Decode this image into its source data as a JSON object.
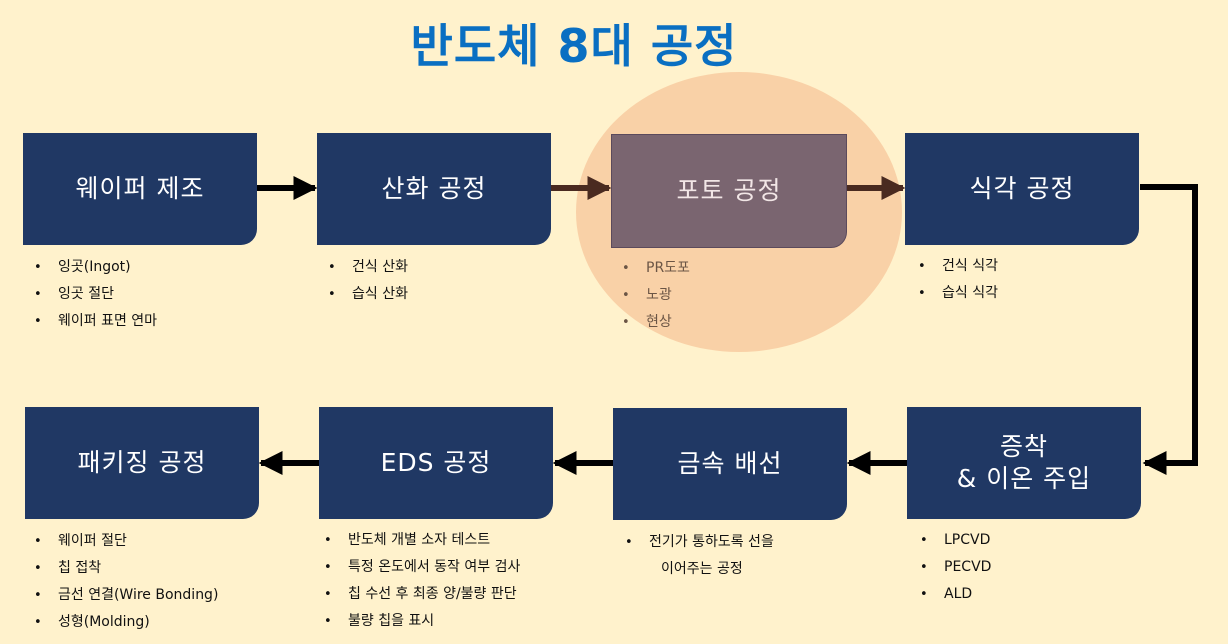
{
  "title": "반도체 8대 공정",
  "steps": [
    {
      "label": "웨이퍼 제조",
      "items": [
        "잉곳(Ingot)",
        "잉곳 절단",
        "웨이퍼 표면 연마"
      ]
    },
    {
      "label": "산화 공정",
      "items": [
        "건식 산화",
        "습식 산화"
      ]
    },
    {
      "label": "포토 공정",
      "items": [
        "PR도포",
        "노광",
        "현상"
      ]
    },
    {
      "label": "식각 공정",
      "items": [
        "건식 식각",
        "습식 식각"
      ]
    },
    {
      "label": "증착\n& 이온 주입",
      "items": [
        "LPCVD",
        "PECVD",
        "ALD"
      ]
    },
    {
      "label": "금속 배선",
      "items": [
        "전기가 통하도록 선을",
        "이어주는 공정"
      ]
    },
    {
      "label": "EDS 공정",
      "items": [
        "반도체 개별 소자 테스트",
        "특정 온도에서 동작 여부 검사",
        "칩 수선 후 최종 양/불량 판단",
        "불량 칩을 표시"
      ]
    },
    {
      "label": "패키징 공정",
      "items": [
        "웨이퍼 절단",
        "칩 접착",
        "금선 연결(Wire Bonding)",
        "성형(Molding)"
      ]
    }
  ],
  "colors": {
    "background": "#fff2cc",
    "box": "#203864",
    "active_box": "#7a6570",
    "highlight": "#f8cba0",
    "title": "#0a6fc2"
  }
}
